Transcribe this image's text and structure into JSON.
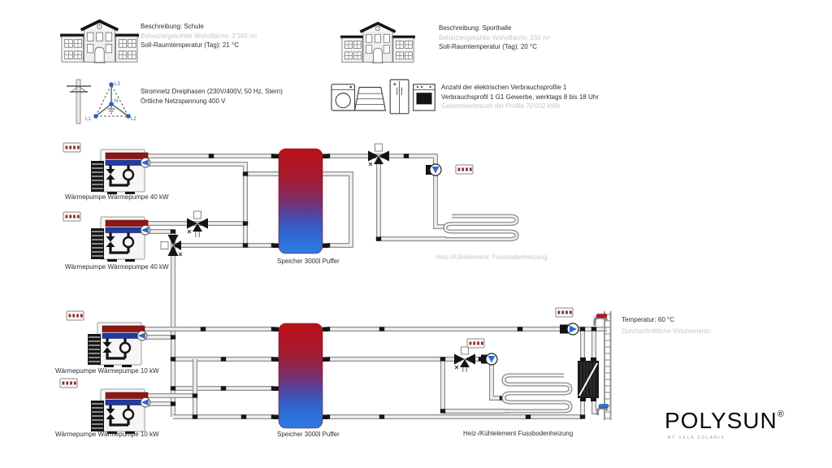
{
  "info_blocks": {
    "school": {
      "line1": "Beschreibung: Schule",
      "line2": "Beheizte/gekühlte Wohnfläche: 2'340 m²",
      "line3": "Soll-Raumtemperatur (Tag): 21 °C"
    },
    "sporthalle": {
      "line1": "Beschreibung: Sporthalle",
      "line2": "Beheizte/gekühlte Wohnfläche: 150 m²",
      "line3": "Soll-Raumtemperatur (Tag): 20 °C"
    },
    "grid": {
      "line1": "Stromnetz Dreiphasen (230V/400V, 50 Hz, Stern)",
      "line2": "Örtliche Netzspannung 400 V",
      "labels": {
        "l1": "L1",
        "l2": "L2",
        "l3": "L3",
        "n": "N"
      }
    },
    "consumers": {
      "line1": "Anzahl der elektrischen Verbrauchsprofile 1",
      "line2": "Verbrauchsprofil 1 G1 Gewerbe, werktags 8 bis 18 Uhr",
      "line3": "Gesamtverbrauch der Profile 70'002 kWh"
    }
  },
  "components": {
    "hp1": "Wärmepumpe Wärmepumpe 40 kW",
    "hp2": "Wärmepumpe Wärmepumpe 40 kW",
    "hp3": "Wärmepumpe Wärmepumpe 10 kW",
    "hp4": "Wärmepumpe Wärmepumpe 10 kW",
    "tank1": "Speicher 3000l Puffer",
    "tank2": "Speicher 3000l Puffer",
    "floor1": "Heiz-/Kühlelement: Fussbodenheizung",
    "floor2": "Heiz-/Kühlelement Fussbodenheizung",
    "tap": {
      "line1": "Temperatur: 60 °C",
      "line2": "Durchschnittliche Volumenentn"
    }
  },
  "logo": {
    "name": "POLYSUN",
    "reg": "®",
    "tagline": "BY VELA SOLARIS"
  },
  "colors": {
    "hot": "#8f1616",
    "cold": "#223a9e",
    "pump_blue": "#2e6bd3",
    "gray_text": "#c6c6c6"
  }
}
